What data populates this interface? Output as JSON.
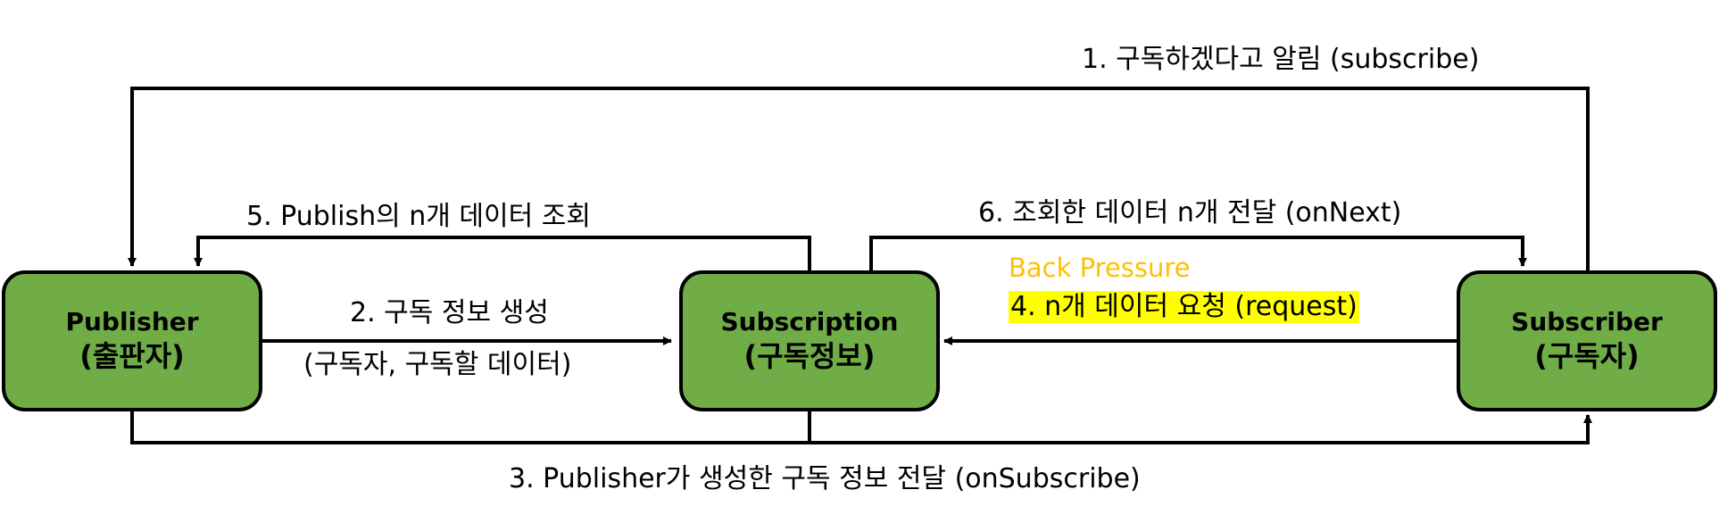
{
  "colors": {
    "node_fill": "#70ad47",
    "line": "#000000",
    "highlight": "#ffff00",
    "back_pressure": "#ffc000"
  },
  "nodes": {
    "publisher": {
      "line1": "Publisher",
      "line2": "(출판자)"
    },
    "subscription": {
      "line1": "Subscription",
      "line2": "(구독정보)"
    },
    "subscriber": {
      "line1": "Subscriber",
      "line2": "(구독자)"
    }
  },
  "edges": {
    "step1": "1. 구독하겠다고 알림 (subscribe)",
    "step2": "2. 구독 정보 생성",
    "step2_sub": "(구독자, 구독할 데이터)",
    "step3": "3. Publisher가 생성한 구독 정보 전달 (onSubscribe)",
    "step4": "4. n개 데이터 요청 (request)",
    "step5": "5. Publish의 n개 데이터 조회",
    "step6": "6. 조회한 데이터 n개 전달 (onNext)"
  },
  "back_pressure_label": "Back Pressure"
}
